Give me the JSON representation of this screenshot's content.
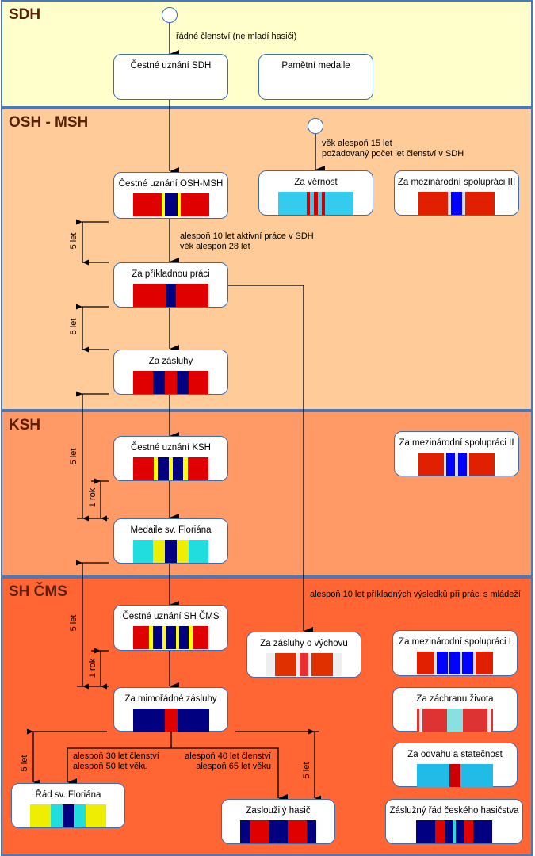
{
  "sections": [
    {
      "id": "sdh",
      "title": "SDH",
      "color": "#ffffcc"
    },
    {
      "id": "osh",
      "title": "OSH - MSH",
      "color": "#ffcc99"
    },
    {
      "id": "ksh",
      "title": "KSH",
      "color": "#ff9966"
    },
    {
      "id": "shcms",
      "title": "SH ČMS",
      "color": "#ff6633"
    }
  ],
  "nodes": {
    "cestne_sdh": {
      "label": "Čestné uznání SDH",
      "ribbon": []
    },
    "pametni": {
      "label": "Pamětní medaile",
      "ribbon": []
    },
    "cestne_osh": {
      "label": "Čestné uznání OSH-MSH",
      "ribbon": [
        [
          "#e00000",
          9
        ],
        [
          "#ffff00",
          1
        ],
        [
          "#000080",
          4
        ],
        [
          "#ffff00",
          1
        ],
        [
          "#e00000",
          9
        ]
      ]
    },
    "vernost": {
      "label": "Za věrnost",
      "ribbon": [
        [
          "#33ccee",
          9
        ],
        [
          "#cc0000",
          1.2
        ],
        [
          "#33ccee",
          1.2
        ],
        [
          "#cc0000",
          1.2
        ],
        [
          "#33ccee",
          1.2
        ],
        [
          "#cc0000",
          1.2
        ],
        [
          "#33ccee",
          9
        ]
      ]
    },
    "mezinar3": {
      "label": "Za mezinárodní spolupráci III",
      "ribbon": [
        [
          "#e02000",
          9
        ],
        [
          "#dddddd",
          0.8
        ],
        [
          "#0000ff",
          3.5
        ],
        [
          "#dddddd",
          0.8
        ],
        [
          "#e02000",
          9
        ]
      ]
    },
    "prikladnou": {
      "label": "Za příkladnou práci",
      "ribbon": [
        [
          "#e00000",
          9
        ],
        [
          "#000080",
          3
        ],
        [
          "#e00000",
          9
        ]
      ]
    },
    "zasluhy": {
      "label": "Za zásluhy",
      "ribbon": [
        [
          "#e00000",
          5
        ],
        [
          "#000080",
          3
        ],
        [
          "#e00000",
          3
        ],
        [
          "#000080",
          3
        ],
        [
          "#e00000",
          5
        ]
      ]
    },
    "cestne_ksh": {
      "label": "Čestné uznání KSH",
      "ribbon": [
        [
          "#e00000",
          6
        ],
        [
          "#ffff00",
          1.2
        ],
        [
          "#000080",
          3
        ],
        [
          "#ffff00",
          1.2
        ],
        [
          "#000080",
          3
        ],
        [
          "#ffff00",
          1.2
        ],
        [
          "#e00000",
          6
        ]
      ]
    },
    "mezinar2": {
      "label": "Za mezinárodní spolupráci II",
      "ribbon": [
        [
          "#e02000",
          7
        ],
        [
          "#dddddd",
          0.7
        ],
        [
          "#0000ff",
          2.5
        ],
        [
          "#dddddd",
          0.7
        ],
        [
          "#0000ff",
          2.5
        ],
        [
          "#dddddd",
          0.7
        ],
        [
          "#e02000",
          7
        ]
      ]
    },
    "florian_med": {
      "label": "Medaile sv. Floriána",
      "ribbon": [
        [
          "#22dddd",
          6
        ],
        [
          "#eeee00",
          3.5
        ],
        [
          "#000080",
          3.5
        ],
        [
          "#eeee00",
          3.5
        ],
        [
          "#22dddd",
          6
        ]
      ]
    },
    "cestne_shcms": {
      "label": "Čestné uznání SH ČMS",
      "ribbon": [
        [
          "#e00000",
          5
        ],
        [
          "#ffff00",
          1
        ],
        [
          "#000080",
          3
        ],
        [
          "#ffff00",
          1
        ],
        [
          "#000080",
          3
        ],
        [
          "#ffff00",
          1
        ],
        [
          "#000080",
          3
        ],
        [
          "#ffff00",
          1
        ],
        [
          "#e00000",
          5
        ]
      ]
    },
    "vychovu": {
      "label": "Za zásluhy o výchovu",
      "ribbon": [
        [
          "#eeeeee",
          3
        ],
        [
          "#e03000",
          7
        ],
        [
          "#eeeeee",
          1
        ],
        [
          "#e83030",
          3
        ],
        [
          "#eeeeee",
          1
        ],
        [
          "#e03000",
          7
        ],
        [
          "#eeeeee",
          3
        ]
      ]
    },
    "mezinar1": {
      "label": "Za mezinárodní spolupráci I",
      "ribbon": [
        [
          "#e02000",
          5
        ],
        [
          "#dddddd",
          0.6
        ],
        [
          "#0000ff",
          3
        ],
        [
          "#dddddd",
          0.6
        ],
        [
          "#0000ff",
          3
        ],
        [
          "#dddddd",
          0.6
        ],
        [
          "#0000ff",
          3
        ],
        [
          "#dddddd",
          0.6
        ],
        [
          "#e02000",
          5
        ]
      ]
    },
    "mimoradne": {
      "label": "Za mimořádné zásluhy",
      "ribbon": [
        [
          "#000080",
          10
        ],
        [
          "#e00000",
          4
        ],
        [
          "#000080",
          10
        ]
      ]
    },
    "zachranu": {
      "label": "Za záchranu života",
      "ribbon": [
        [
          "#dd3333",
          0.7
        ],
        [
          "#eeeeee",
          1.2
        ],
        [
          "#dd3333",
          8
        ],
        [
          "#88e0e0",
          5
        ],
        [
          "#dd3333",
          8
        ],
        [
          "#eeeeee",
          1.2
        ],
        [
          "#dd3333",
          0.7
        ]
      ]
    },
    "odvahu": {
      "label": "Za odvahu a statečnost",
      "ribbon": [
        [
          "#22bbe8",
          9
        ],
        [
          "#cc0000",
          3
        ],
        [
          "#22bbe8",
          9
        ]
      ]
    },
    "rad_florian": {
      "label": "Řád sv. Floriána",
      "ribbon": [
        [
          "#eeee00",
          6
        ],
        [
          "#22dddd",
          3.5
        ],
        [
          "#000080",
          3.5
        ],
        [
          "#22dddd",
          3.5
        ],
        [
          "#eeee00",
          6
        ]
      ]
    },
    "zasluzily": {
      "label": "Zasloužilý hasič",
      "ribbon": [
        [
          "#000080",
          3
        ],
        [
          "#e00000",
          6
        ],
        [
          "#000080",
          6
        ],
        [
          "#e00000",
          6
        ],
        [
          "#000080",
          3
        ]
      ]
    },
    "zasluzny_rad": {
      "label": "Záslužný řád českého hasičstva",
      "ribbon": [
        [
          "#000080",
          6
        ],
        [
          "#e00000",
          3
        ],
        [
          "#000080",
          2.5
        ],
        [
          "#22dddd",
          1.2
        ],
        [
          "#000080",
          2.5
        ],
        [
          "#e00000",
          3
        ],
        [
          "#000080",
          6
        ]
      ]
    }
  },
  "notes": {
    "radne": "řádné členství (ne mladí hasiči)",
    "vek15_1": "věk alespoň 15 let",
    "vek15_2": "požadovaný počet let členství v SDH",
    "aktivni_1": "alespoň 10 let aktivní práce v SDH",
    "aktivni_2": "věk alespoň 28 let",
    "mladez": "alespoň 10 let příkladných výsledků při práci s mládeží",
    "c30_1": "alespoň 30 let členství",
    "c30_2": "alespoň 50 let věku",
    "c40_1": "alespoň 40 let členství",
    "c40_2": "alespoň 65 let věku"
  },
  "intervals": {
    "five_years": "5 let",
    "one_year": "1 rok"
  }
}
